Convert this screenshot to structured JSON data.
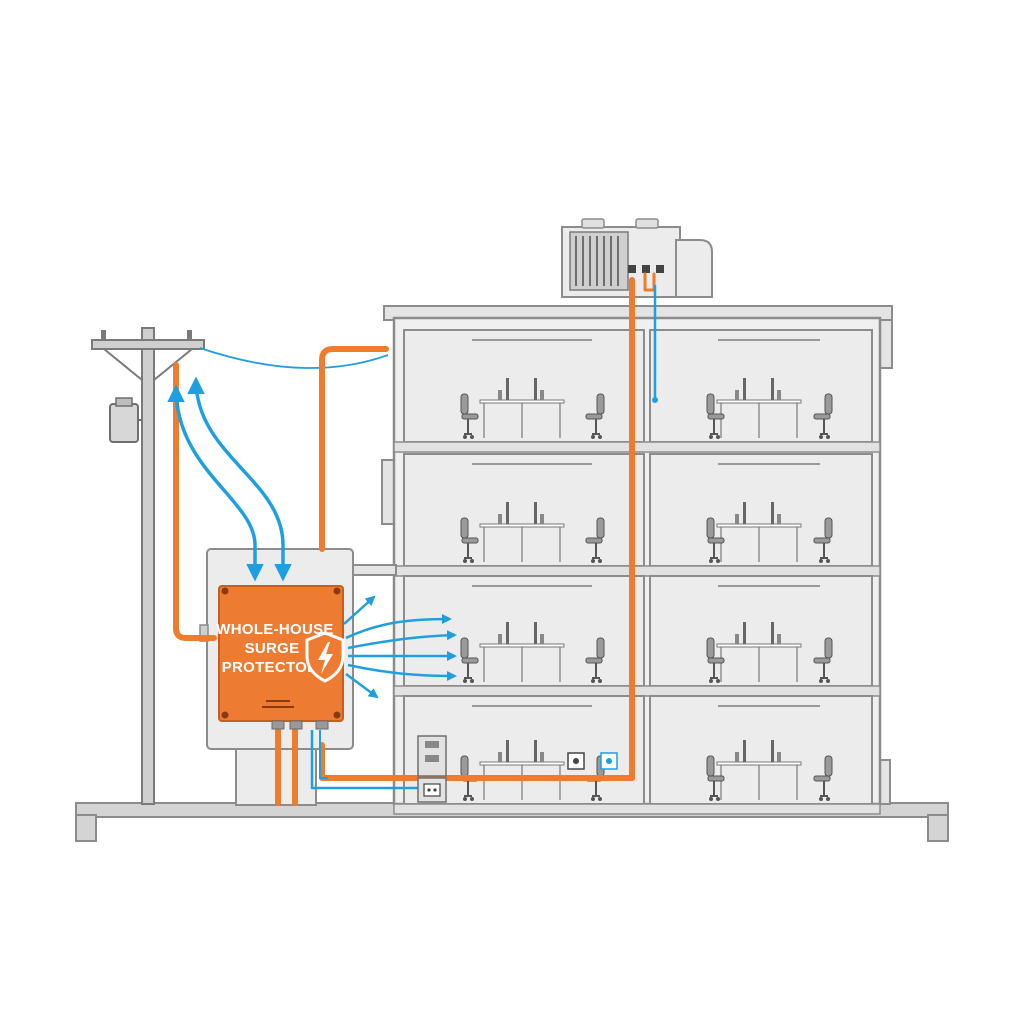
{
  "surge_protector": {
    "label_line1": "WHOLE-HOUSE",
    "label_line2": "SURGE",
    "label_line3": "PROTECTOR",
    "icon": "shield-lightning-icon"
  },
  "building": {
    "floors": 4,
    "offices_per_floor": 2
  },
  "colors": {
    "power_line": "#ef7b2c",
    "data_line": "#1ea0e0",
    "protector_panel": "#ee7b32",
    "outline": "#8c8c8c",
    "fill_light": "#e6e6e6",
    "room_fill": "#ececec"
  },
  "icons": [
    "utility-pole-icon",
    "transformer-icon",
    "hvac-unit-icon",
    "office-desk-icon",
    "office-chair-icon",
    "wall-outlet-icon",
    "shield-lightning-icon"
  ]
}
